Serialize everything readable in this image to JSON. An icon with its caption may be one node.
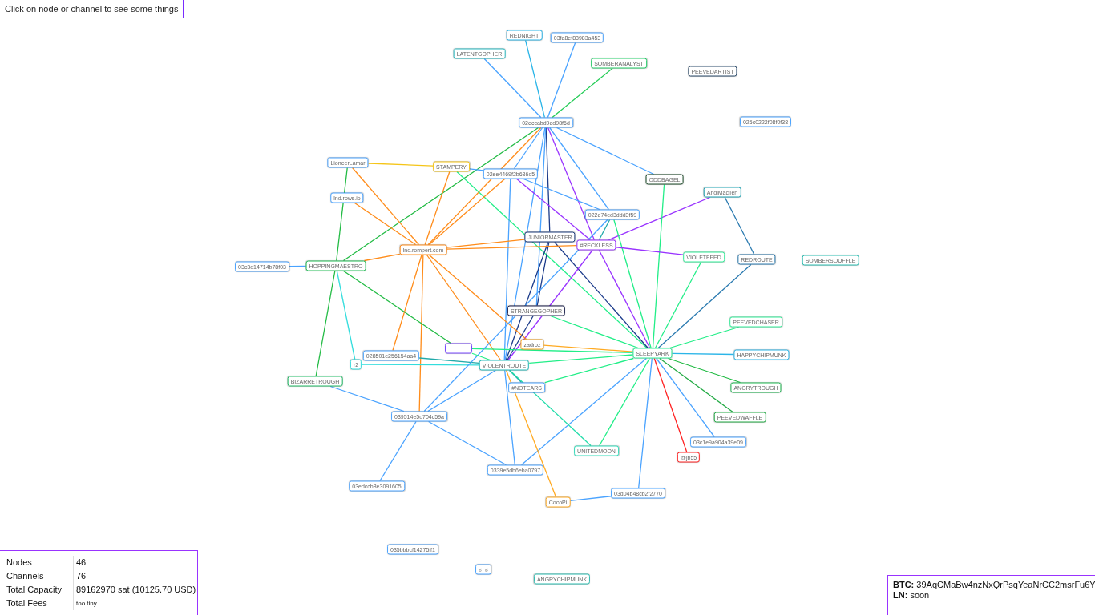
{
  "diagram": {
    "nodes": [
      {
        "text": [
          "REDNIGHT"
        ]
      },
      {
        "text": [
          "03fa8ef83983a453"
        ]
      },
      {
        "text": [
          "LATENTGOPHER"
        ]
      },
      {
        "text": [
          "SOMBERANALYST"
        ]
      },
      {
        "text": [
          "PEEVEDARTIST"
        ]
      },
      {
        "text": [
          "02eccabd9ed98f6d"
        ]
      },
      {
        "text": [
          "025c0222f08f0f38"
        ]
      },
      {
        "text": [
          "LioneerLamar"
        ]
      },
      {
        "text": [
          "STAMPERY"
        ]
      },
      {
        "text": [
          "02ee4469f2b686d5"
        ]
      },
      {
        "text": [
          "ODDBAGEL"
        ]
      },
      {
        "text": [
          "AndiMacTen"
        ]
      },
      {
        "text": [
          "lnd.rows.io"
        ]
      },
      {
        "text": [
          "022e74ed3ddd3f59"
        ]
      },
      {
        "text": [
          "JUNIORMASTER"
        ]
      },
      {
        "text": [
          "#RECKLESS"
        ]
      },
      {
        "text": [
          "lnd.rompert.com"
        ]
      },
      {
        "text": [
          "VIOLETFEED"
        ]
      },
      {
        "text": [
          "REDROUTE"
        ]
      },
      {
        "text": [
          "SOMBERSOUFFLE"
        ]
      },
      {
        "text": [
          "03c3d14714b78f03"
        ]
      },
      {
        "text": [
          "HOPPINGMAESTRO"
        ]
      },
      {
        "text": [
          "STRANGEGOPHER"
        ]
      },
      {
        "text": [
          "PEEVEDCHASER"
        ]
      },
      {
        "text": [
          "zadroz"
        ]
      },
      {
        "text": [],
        "shape": "box"
      },
      {
        "text": [
          "SLEEPYARK"
        ]
      },
      {
        "text": [
          "028501e256154aa4"
        ]
      },
      {
        "text": [
          "HAPPYCHIPMUNK"
        ]
      },
      {
        "text": [
          "r2"
        ]
      },
      {
        "text": [
          "VIOLENTROUTE"
        ]
      },
      {
        "text": [
          "BIZARRETROUGH"
        ]
      },
      {
        "text": [
          "#NOTEARS"
        ]
      },
      {
        "text": [
          "ANGRYTROUGH"
        ]
      },
      {
        "text": [
          "039514e5d704c59a"
        ]
      },
      {
        "text": [
          "PEEVEDWAFFLE"
        ]
      },
      {
        "text": [
          "03c1e9a904a39e09"
        ]
      },
      {
        "text": [
          "UNITEDMOON"
        ]
      },
      {
        "text": [
          "@jb55"
        ]
      },
      {
        "text": [
          "0339e5db6eba0797"
        ]
      },
      {
        "text": [
          "03edccb8e3091605"
        ]
      },
      {
        "text": [
          "03d04b48cb2f2770"
        ]
      },
      {
        "text": [
          "CocoPi"
        ]
      },
      {
        "text": [
          "035bbbcf14275ff1"
        ]
      },
      {
        "text": [
          "ಠ_ಠ"
        ]
      },
      {
        "text": [
          "ANGRYCHIPMUNK"
        ]
      }
    ],
    "edges": [
      {
        "from": 5,
        "to": 0,
        "arrow": "none",
        "color": "#2bb5e8"
      },
      {
        "from": 5,
        "to": 1,
        "arrow": "none"
      },
      {
        "from": 5,
        "to": 2,
        "arrow": "none"
      },
      {
        "from": 5,
        "to": 3,
        "arrow": "none",
        "color": "#22cc55"
      },
      {
        "from": 5,
        "to": 21,
        "arrow": "none",
        "color": "#22bb44"
      },
      {
        "from": 5,
        "to": 16,
        "arrow": "none",
        "color": "#ff8c1a"
      },
      {
        "from": 5,
        "to": 9,
        "arrow": "none"
      },
      {
        "from": 5,
        "to": 14,
        "arrow": "none",
        "color": "#1a3a8a"
      },
      {
        "from": 5,
        "to": 15,
        "arrow": "none",
        "color": "#9933ff"
      },
      {
        "from": 5,
        "to": 13,
        "arrow": "none"
      },
      {
        "from": 5,
        "to": 10,
        "arrow": "none"
      },
      {
        "from": 5,
        "to": 30,
        "arrow": "none"
      },
      {
        "from": 5,
        "to": 22,
        "arrow": "none"
      },
      {
        "from": 7,
        "to": 8,
        "arrow": "none",
        "color": "#f5c518"
      },
      {
        "from": 7,
        "to": 21,
        "arrow": "none",
        "color": "#22bb44"
      },
      {
        "from": 7,
        "to": 16,
        "arrow": "none",
        "color": "#ff8c1a"
      },
      {
        "from": 8,
        "to": 9,
        "arrow": "none"
      },
      {
        "from": 8,
        "to": 16,
        "arrow": "none",
        "color": "#ff8c1a"
      },
      {
        "from": 8,
        "to": 26,
        "arrow": "none",
        "color": "#22ee88"
      },
      {
        "from": 9,
        "to": 16,
        "arrow": "none",
        "color": "#ff8c1a"
      },
      {
        "from": 9,
        "to": 15,
        "arrow": "none",
        "color": "#9933ff"
      },
      {
        "from": 9,
        "to": 13,
        "arrow": "none"
      },
      {
        "from": 9,
        "to": 30,
        "arrow": "none"
      },
      {
        "from": 12,
        "to": 16,
        "arrow": "none",
        "color": "#ff8c1a"
      },
      {
        "from": 11,
        "to": 15,
        "arrow": "none",
        "color": "#9933ff"
      },
      {
        "from": 11,
        "to": 18,
        "arrow": "none",
        "color": "#2a7ab0"
      },
      {
        "from": 10,
        "to": 26,
        "arrow": "none",
        "color": "#22ee88"
      },
      {
        "from": 13,
        "to": 15,
        "arrow": "none",
        "color": "#22aaaa"
      },
      {
        "from": 13,
        "to": 26,
        "arrow": "none",
        "color": "#22ee88"
      },
      {
        "from": 14,
        "to": 16,
        "arrow": "none",
        "color": "#ff8c1a"
      },
      {
        "from": 14,
        "to": 22,
        "arrow": "none",
        "color": "#1a3a8a"
      },
      {
        "from": 14,
        "to": 26,
        "arrow": "none",
        "color": "#1a3a8a"
      },
      {
        "from": 14,
        "to": 30,
        "arrow": "none",
        "color": "#1a3a8a"
      },
      {
        "from": 15,
        "to": 16,
        "arrow": "none",
        "color": "#ff8c1a"
      },
      {
        "from": 15,
        "to": 17,
        "arrow": "none",
        "color": "#9933ff"
      },
      {
        "from": 15,
        "to": 26,
        "arrow": "none",
        "color": "#9933ff"
      },
      {
        "from": 15,
        "to": 30,
        "arrow": "none",
        "color": "#9933ff"
      },
      {
        "from": 16,
        "to": 21,
        "arrow": "none",
        "color": "#ff8c1a"
      },
      {
        "from": 16,
        "to": 27,
        "arrow": "none",
        "color": "#ff8c1a"
      },
      {
        "from": 16,
        "to": 34,
        "arrow": "none",
        "color": "#ff8c1a"
      },
      {
        "from": 16,
        "to": 30,
        "arrow": "none",
        "color": "#ff8c1a"
      },
      {
        "from": 16,
        "to": 24,
        "arrow": "none",
        "color": "#ff8c1a"
      },
      {
        "from": 20,
        "to": 21,
        "arrow": "none"
      },
      {
        "from": 21,
        "to": 31,
        "arrow": "none",
        "color": "#22bb44"
      },
      {
        "from": 21,
        "to": 29,
        "arrow": "none",
        "color": "#33dddd"
      },
      {
        "from": 21,
        "to": 25,
        "arrow": "none",
        "color": "#22bb44"
      },
      {
        "from": 17,
        "to": 26,
        "arrow": "none",
        "color": "#22ee88"
      },
      {
        "from": 18,
        "to": 26,
        "arrow": "none",
        "color": "#2a7ab0"
      },
      {
        "from": 22,
        "to": 26,
        "arrow": "none",
        "color": "#22ee88"
      },
      {
        "from": 22,
        "to": 30,
        "arrow": "none",
        "color": "#1a3a8a"
      },
      {
        "from": 23,
        "to": 26,
        "arrow": "none",
        "color": "#22ee88"
      },
      {
        "from": 24,
        "to": 26,
        "arrow": "none",
        "color": "#ffaa22"
      },
      {
        "from": 25,
        "to": 26,
        "arrow": "none",
        "color": "#22ee88"
      },
      {
        "from": 26,
        "to": 28,
        "arrow": "none",
        "color": "#2bb5e8"
      },
      {
        "from": 26,
        "to": 33,
        "arrow": "none",
        "color": "#22bb44"
      },
      {
        "from": 26,
        "to": 35,
        "arrow": "none",
        "color": "#22aa44"
      },
      {
        "from": 26,
        "to": 36,
        "arrow": "none"
      },
      {
        "from": 26,
        "to": 38,
        "arrow": "none",
        "color": "#ff2222"
      },
      {
        "from": 26,
        "to": 37,
        "arrow": "none",
        "color": "#22ee88"
      },
      {
        "from": 26,
        "to": 41,
        "arrow": "none"
      },
      {
        "from": 26,
        "to": 39,
        "arrow": "none"
      },
      {
        "from": 26,
        "to": 30,
        "arrow": "none",
        "color": "#22ee88"
      },
      {
        "from": 26,
        "to": 32,
        "arrow": "none",
        "color": "#22ee88"
      },
      {
        "from": 27,
        "to": 30,
        "arrow": "none",
        "color": "#22aaaa"
      },
      {
        "from": 29,
        "to": 30,
        "arrow": "none",
        "color": "#33dddd"
      },
      {
        "from": 31,
        "to": 34,
        "arrow": "none"
      },
      {
        "from": 30,
        "to": 34,
        "arrow": "none"
      },
      {
        "from": 34,
        "to": 40,
        "arrow": "none"
      },
      {
        "from": 34,
        "to": 39,
        "arrow": "none"
      },
      {
        "from": 34,
        "to": 13,
        "arrow": "none"
      },
      {
        "from": 30,
        "to": 39,
        "arrow": "none"
      },
      {
        "from": 30,
        "to": 32,
        "arrow": "none",
        "color": "#22aaaa"
      },
      {
        "from": 30,
        "to": 37,
        "arrow": "none",
        "color": "#22ddaa"
      },
      {
        "from": 30,
        "to": 42,
        "arrow": "none",
        "color": "#ffaa22"
      },
      {
        "from": 42,
        "to": 41,
        "arrow": "none"
      },
      {
        "from": 25,
        "to": 30,
        "arrow": "none",
        "color": "#22ee88"
      }
    ],
    "labels": [
      "Click on node or channel to see some things",
      "Nodes",
      "46",
      "Channels",
      "76",
      "Total Capacity",
      "89162970 sat (10125.70 USD)",
      "Total Fees",
      "too tiny",
      "**BTC:** 39AqCMaBw4nzNxQrPsqYeaNrCC2msrFu6Y",
      "**LN:** soon"
    ]
  }
}
